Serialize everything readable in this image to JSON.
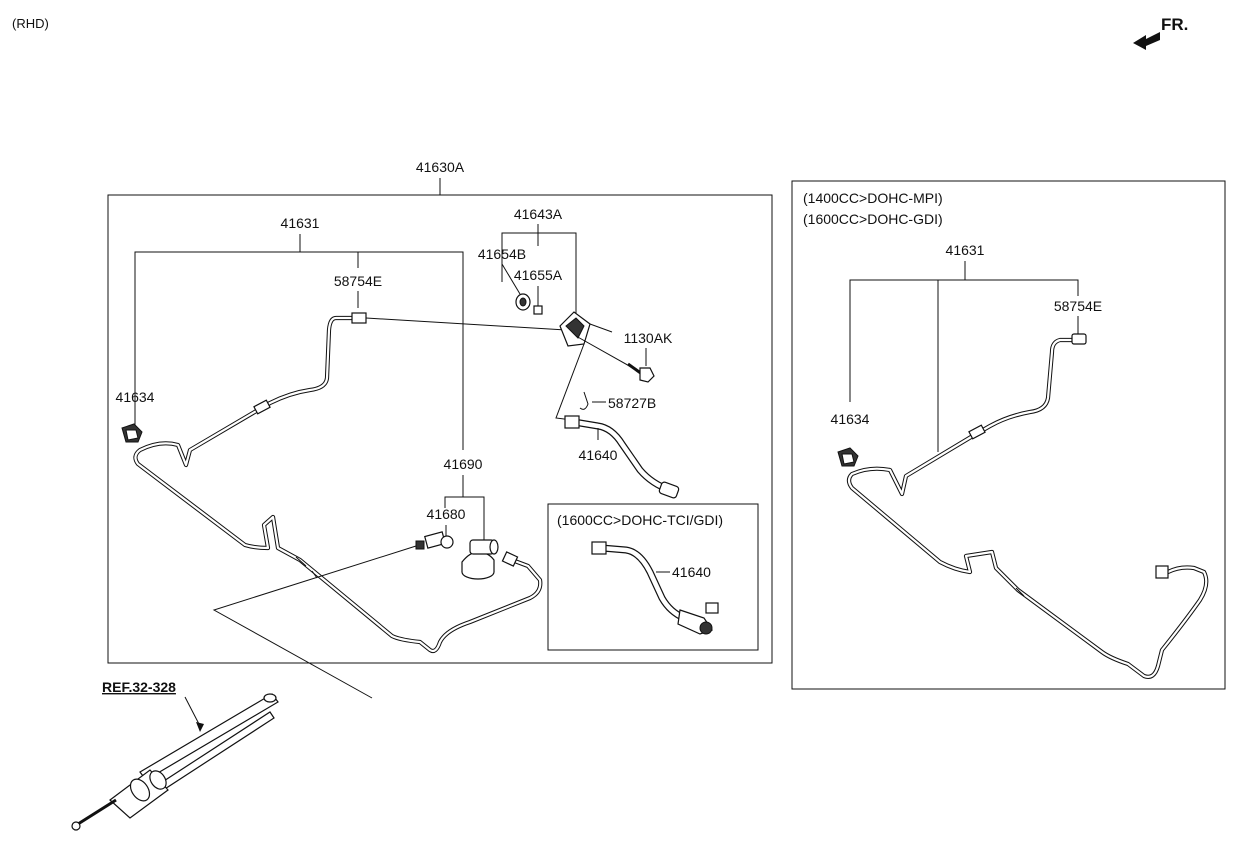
{
  "header": {
    "variant": "(RHD)",
    "direction_label": "FR."
  },
  "main_assembly": {
    "assembly_label": "41630A",
    "labels": {
      "p41631": "41631",
      "p58754E": "58754E",
      "p41634": "41634",
      "p41643A": "41643A",
      "p41654B": "41654B",
      "p41655A": "41655A",
      "p1130AK": "1130AK",
      "p58727B": "58727B",
      "p41640": "41640",
      "p41690": "41690",
      "p41680": "41680"
    },
    "inset": {
      "title": "(1600CC>DOHC-TCI/GDI)",
      "hose_label": "41640"
    }
  },
  "reference": {
    "label": "REF.32-328"
  },
  "alt_panel": {
    "title_line1": "(1400CC>DOHC-MPI)",
    "title_line2": "(1600CC>DOHC-GDI)",
    "labels": {
      "p41631": "41631",
      "p58754E": "58754E",
      "p41634": "41634"
    }
  },
  "colors": {
    "line": "#111111",
    "background": "#ffffff"
  },
  "icons": [
    "front-direction-arrow-icon"
  ]
}
